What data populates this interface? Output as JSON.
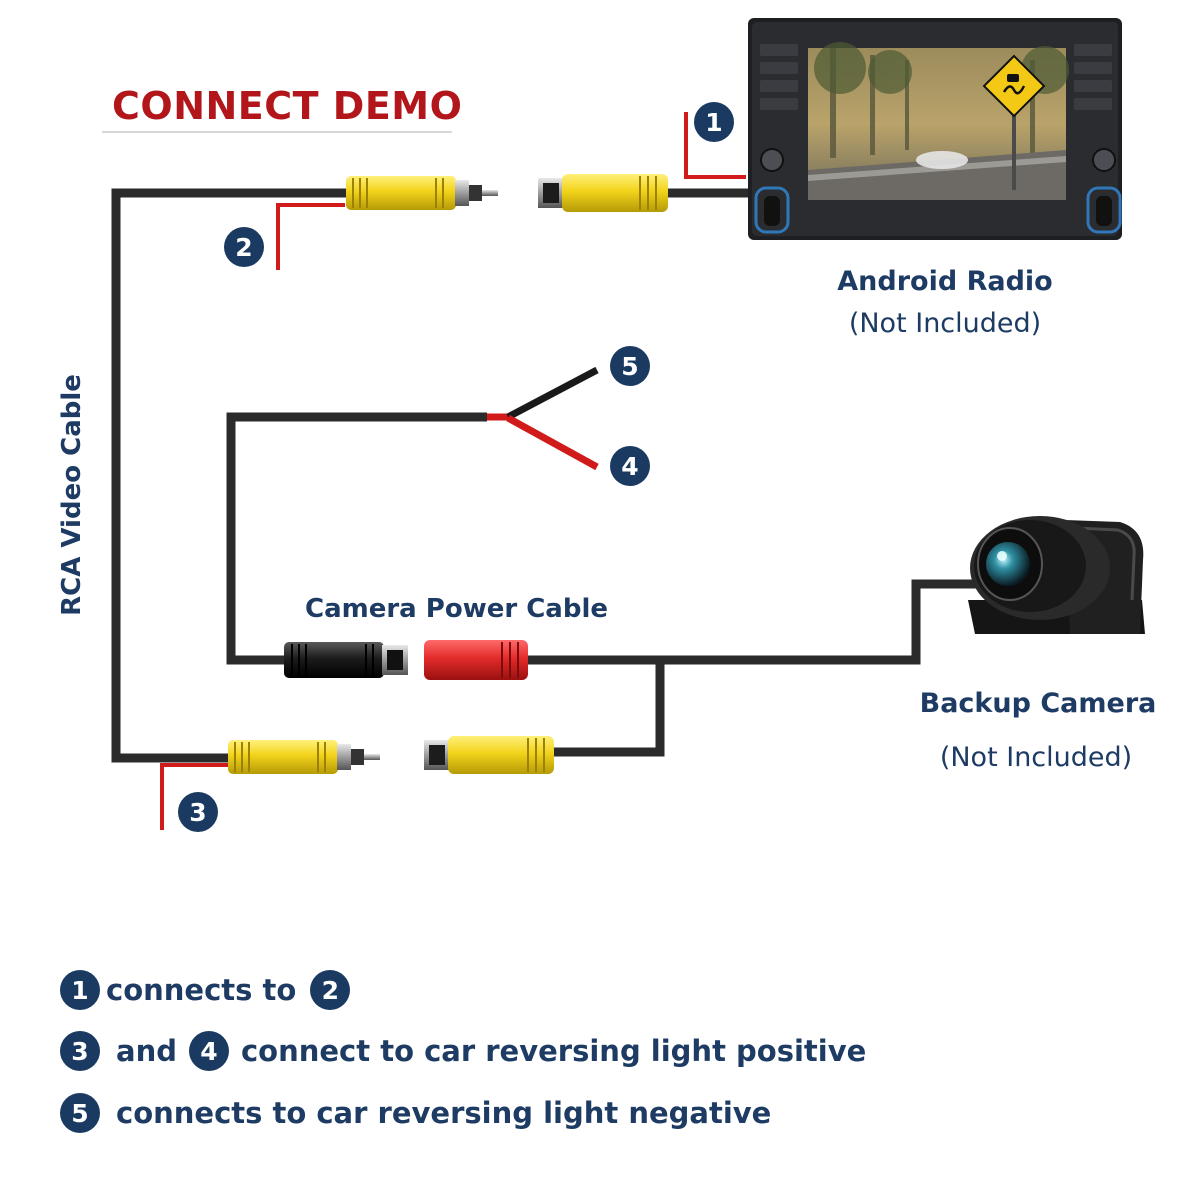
{
  "title": "CONNECT DEMO",
  "labels": {
    "rca_cable": "RCA Video Cable",
    "power_cable": "Camera Power Cable",
    "radio": "Android Radio",
    "radio_note": "(Not Included)",
    "camera": "Backup Camera",
    "camera_note": "(Not Included)"
  },
  "markers": {
    "m1": "1",
    "m2": "2",
    "m3": "3",
    "m4": "4",
    "m5": "5"
  },
  "legend": {
    "line1": {
      "a": "1",
      "text": "connects to",
      "b": "2"
    },
    "line2": {
      "a": "3",
      "and": "and",
      "b": "4",
      "text": "connect to car reversing light positive"
    },
    "line3": {
      "a": "5",
      "text": "connects to car reversing light negative"
    }
  },
  "colors": {
    "title": "#b2161a",
    "text": "#1d3b63",
    "badge": "#1b3a61",
    "cable": "#2b2b2b",
    "rca_yellow": "#f2d31a",
    "red_wire": "#d11a1a",
    "red_plug": "#e32b2b",
    "black_plug": "#1c1c1c"
  }
}
